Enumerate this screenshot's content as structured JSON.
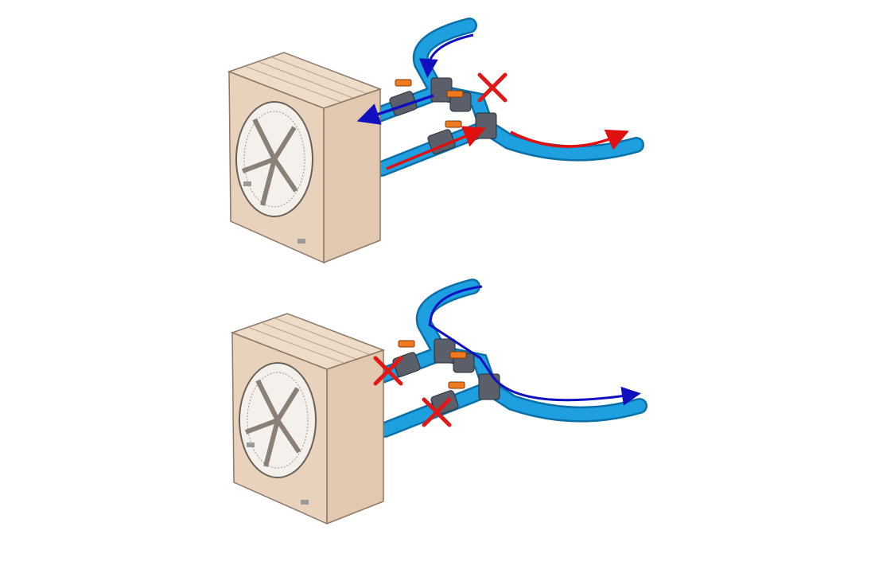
{
  "colors": {
    "pipe": "#1e9fe0",
    "pipe_edge": "#0b6fa8",
    "unit_body": "#e6cdb4",
    "unit_edge": "#8a7868",
    "valve_body": "#5a5f6a",
    "valve_handle": "#f07a20",
    "flow_cold": "#1010c0",
    "flow_hot": "#e01010",
    "closed_mark": "#e01818"
  },
  "scenarios": [
    {
      "icons": [
        "heat-pump-unit",
        "bypass-valve-closed-x-icon",
        "flow-arrow-blue",
        "flow-arrow-red"
      ]
    },
    {
      "icons": [
        "heat-pump-unit",
        "inlet-valve-closed-x-icon",
        "outlet-valve-closed-x-icon",
        "bypass-flow-arrow-blue"
      ]
    }
  ]
}
